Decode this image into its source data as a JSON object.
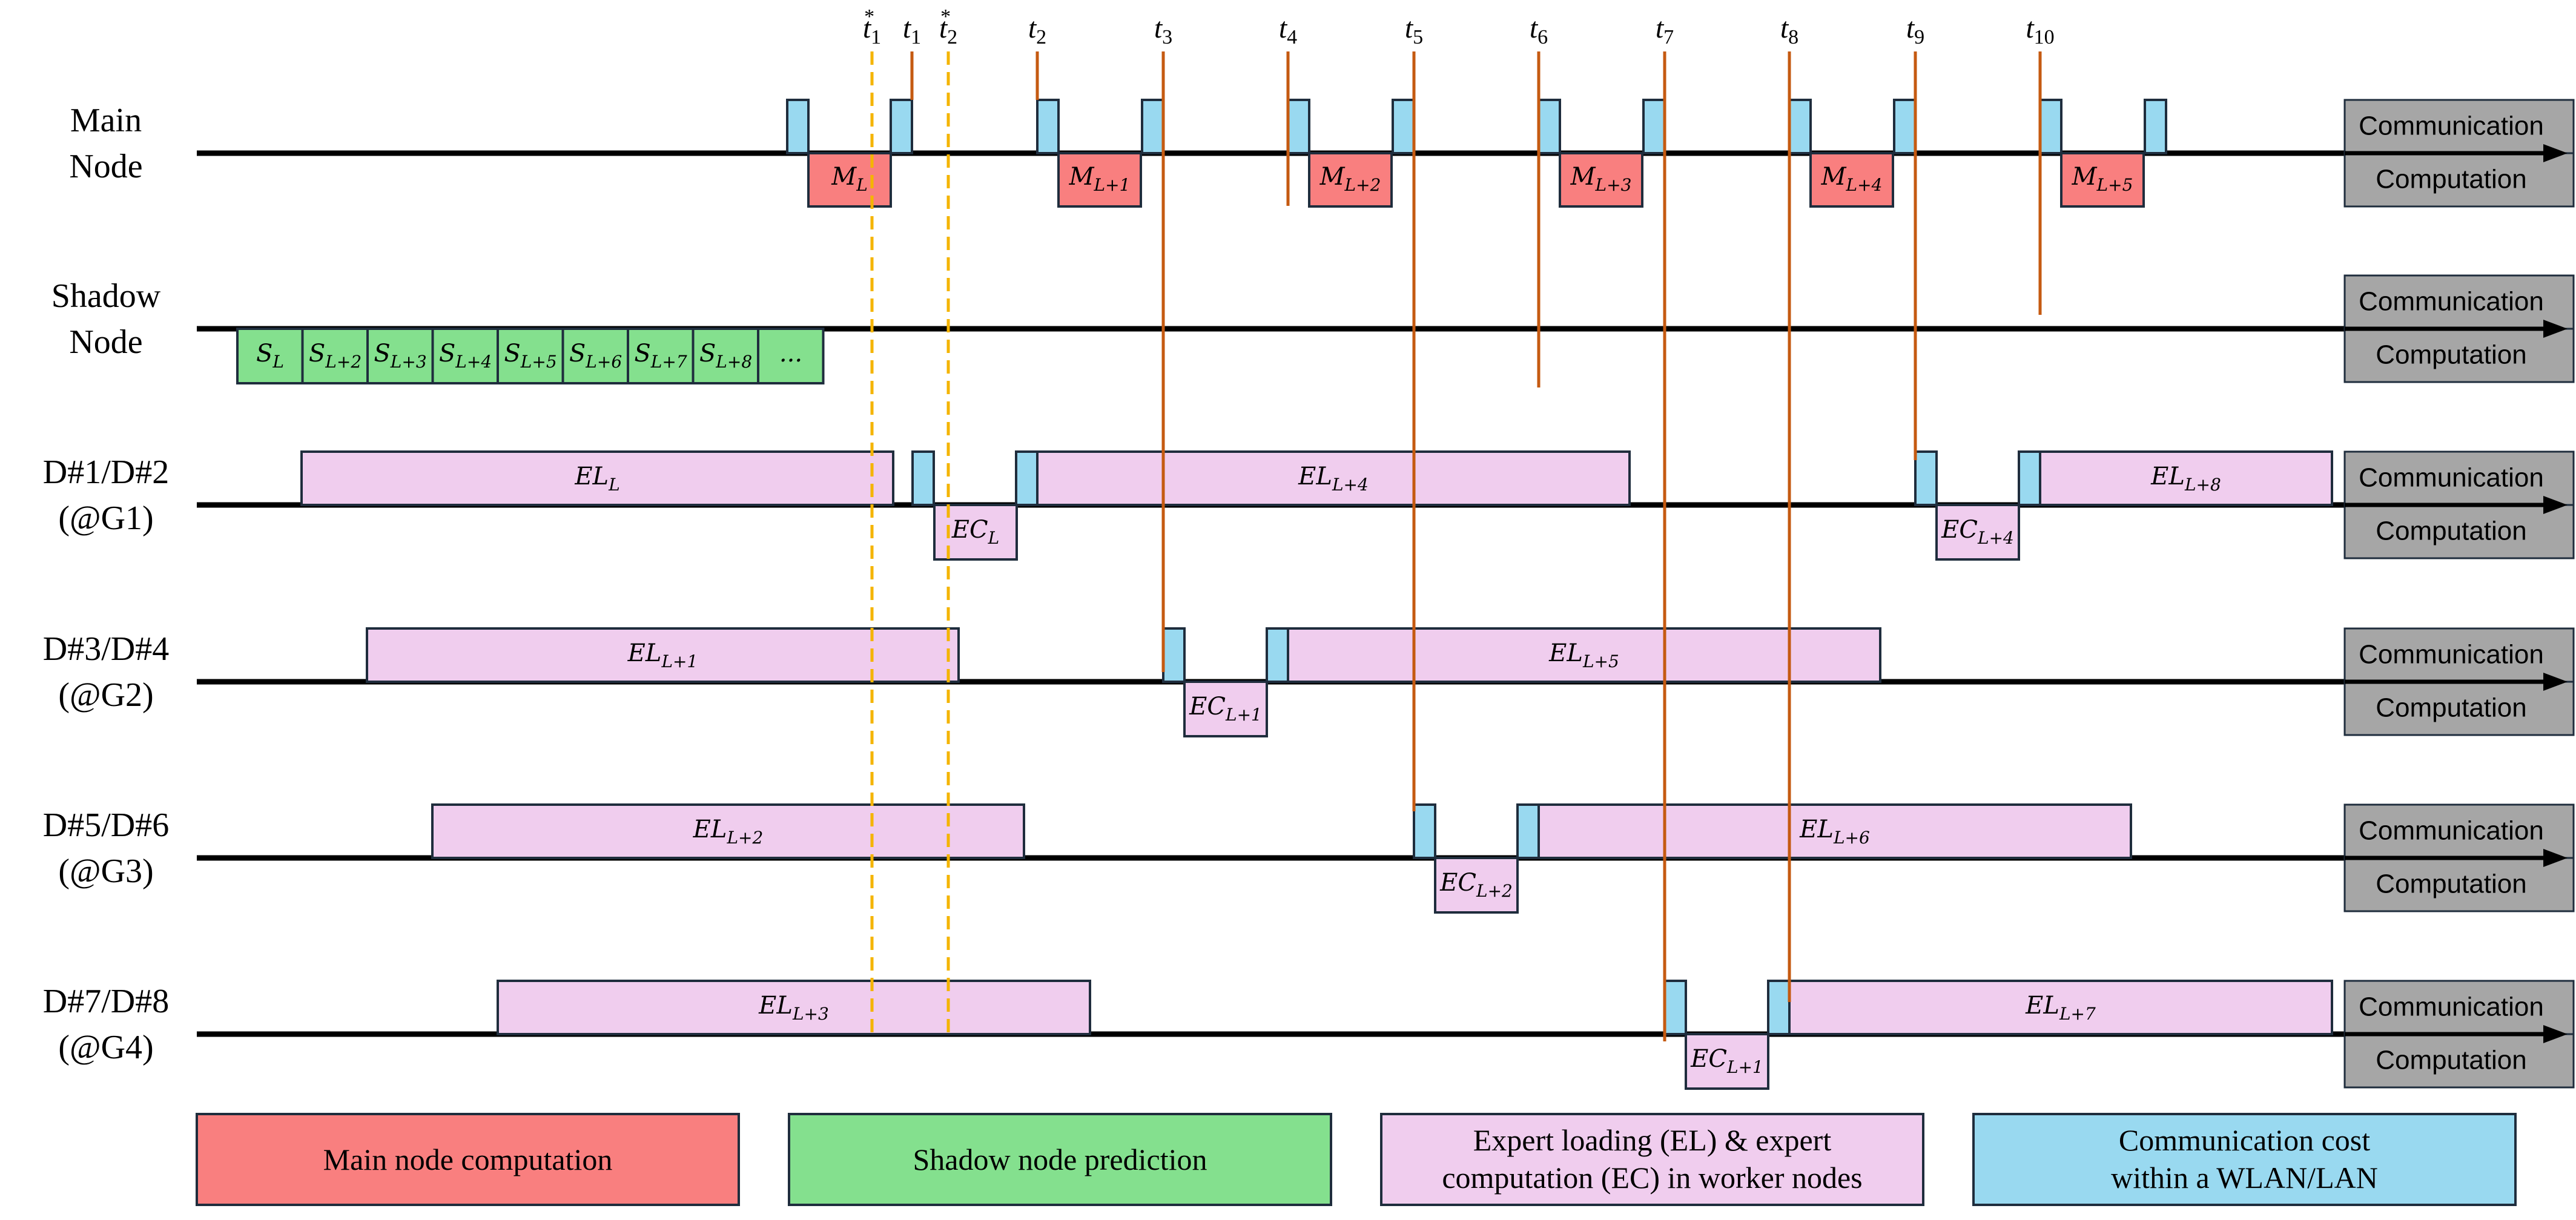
{
  "colors": {
    "main": "#f97f7f",
    "shadow": "#84e08e",
    "expert": "#f0cdee",
    "comm": "#99d9f0",
    "side": "#a6a6a6",
    "time_marker": "#c55a11",
    "predict_marker": "#f4b400",
    "line": "#000000",
    "border": "#1f2d3d"
  },
  "rows": [
    {
      "label_lines": [
        "Main",
        "Node"
      ]
    },
    {
      "label_lines": [
        "Shadow",
        "Node"
      ]
    },
    {
      "label_lines": [
        "D#1/D#2",
        "(@G1)"
      ]
    },
    {
      "label_lines": [
        "D#3/D#4",
        "(@G2)"
      ]
    },
    {
      "label_lines": [
        "D#5/D#6",
        "(@G3)"
      ]
    },
    {
      "label_lines": [
        "D#7/D#8",
        "(@G4)"
      ]
    }
  ],
  "side_labels": {
    "communication": "Communication",
    "computation": "Computation"
  },
  "time_markers": [
    {
      "base": "t",
      "sub": "1",
      "sup": "*"
    },
    {
      "base": "t",
      "sub": "1",
      "sup": ""
    },
    {
      "base": "t",
      "sub": "2",
      "sup": "*"
    },
    {
      "base": "t",
      "sub": "2",
      "sup": ""
    },
    {
      "base": "t",
      "sub": "3",
      "sup": ""
    },
    {
      "base": "t",
      "sub": "4",
      "sup": ""
    },
    {
      "base": "t",
      "sub": "5",
      "sup": ""
    },
    {
      "base": "t",
      "sub": "6",
      "sup": ""
    },
    {
      "base": "t",
      "sub": "7",
      "sup": ""
    },
    {
      "base": "t",
      "sub": "8",
      "sup": ""
    },
    {
      "base": "t",
      "sub": "9",
      "sup": ""
    },
    {
      "base": "t",
      "sub": "10",
      "sup": ""
    }
  ],
  "main_blocks": [
    {
      "base": "M",
      "sub": "L"
    },
    {
      "base": "M",
      "sub": "L+1"
    },
    {
      "base": "M",
      "sub": "L+2"
    },
    {
      "base": "M",
      "sub": "L+3"
    },
    {
      "base": "M",
      "sub": "L+4"
    },
    {
      "base": "M",
      "sub": "L+5"
    }
  ],
  "shadow_blocks": [
    {
      "base": "S",
      "sub": "L"
    },
    {
      "base": "S",
      "sub": "L+2"
    },
    {
      "base": "S",
      "sub": "L+3"
    },
    {
      "base": "S",
      "sub": "L+4"
    },
    {
      "base": "S",
      "sub": "L+5"
    },
    {
      "base": "S",
      "sub": "L+6"
    },
    {
      "base": "S",
      "sub": "L+7"
    },
    {
      "base": "S",
      "sub": "L+8"
    },
    {
      "base": "...",
      "sub": ""
    }
  ],
  "expert_loading": [
    {
      "base": "EL",
      "sub": "L"
    },
    {
      "base": "EL",
      "sub": "L+4"
    },
    {
      "base": "EL",
      "sub": "L+8"
    },
    {
      "base": "EL",
      "sub": "L+1"
    },
    {
      "base": "EL",
      "sub": "L+5"
    },
    {
      "base": "EL",
      "sub": "L+2"
    },
    {
      "base": "EL",
      "sub": "L+6"
    },
    {
      "base": "EL",
      "sub": "L+3"
    },
    {
      "base": "EL",
      "sub": "L+7"
    }
  ],
  "expert_computation": [
    {
      "base": "EC",
      "sub": "L"
    },
    {
      "base": "EC",
      "sub": "L+4"
    },
    {
      "base": "EC",
      "sub": "L+1"
    },
    {
      "base": "EC",
      "sub": "L+2"
    },
    {
      "base": "EC",
      "sub": "L+1"
    }
  ],
  "legend": [
    {
      "lines": [
        "Main node computation"
      ]
    },
    {
      "lines": [
        "Shadow node prediction"
      ]
    },
    {
      "lines": [
        "Expert loading (EL) & expert",
        "computation (EC) in worker nodes"
      ]
    },
    {
      "lines": [
        "Communication cost",
        "within a WLAN/LAN"
      ]
    }
  ]
}
